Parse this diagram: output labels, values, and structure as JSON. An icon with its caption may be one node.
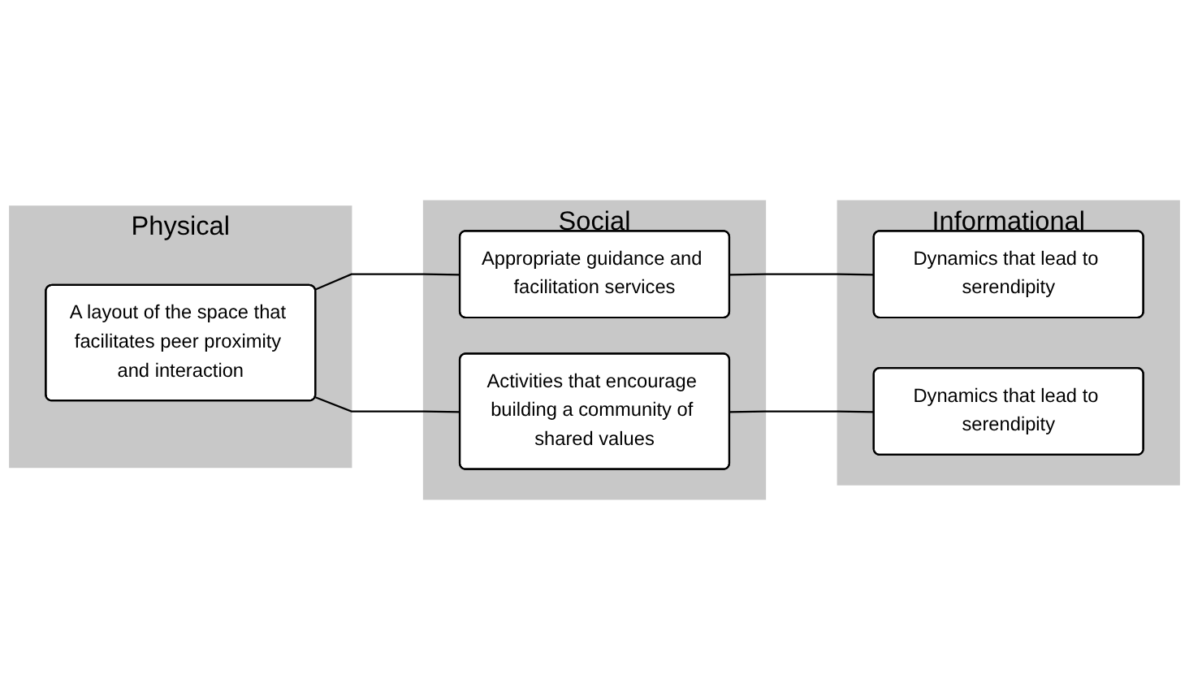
{
  "diagram": {
    "nodes": [
      {
        "text": [
          "Physical"
        ]
      },
      {
        "text": [
          "A layout of the space that facilitates peer proximity and interaction"
        ],
        "in": 0
      },
      {
        "text": [
          "Social"
        ]
      },
      {
        "text": [
          "Appropriate guidance and facilitation services"
        ],
        "in": 2
      },
      {
        "text": [
          "Activities that encourage building a community of shared values"
        ],
        "in": 2
      },
      {
        "text": [
          "Informational"
        ]
      },
      {
        "text": [
          "Dynamics that lead to serendipity"
        ],
        "in": 5
      },
      {
        "text": [
          "Dynamics that lead to serendipity"
        ],
        "in": 5
      }
    ],
    "edges": [
      {
        "from": 1,
        "to": 3,
        "arrow": "none"
      },
      {
        "from": 1,
        "to": 4,
        "arrow": "none"
      },
      {
        "from": 3,
        "to": 6,
        "arrow": "none"
      },
      {
        "from": 4,
        "to": 7,
        "arrow": "none"
      }
    ]
  }
}
